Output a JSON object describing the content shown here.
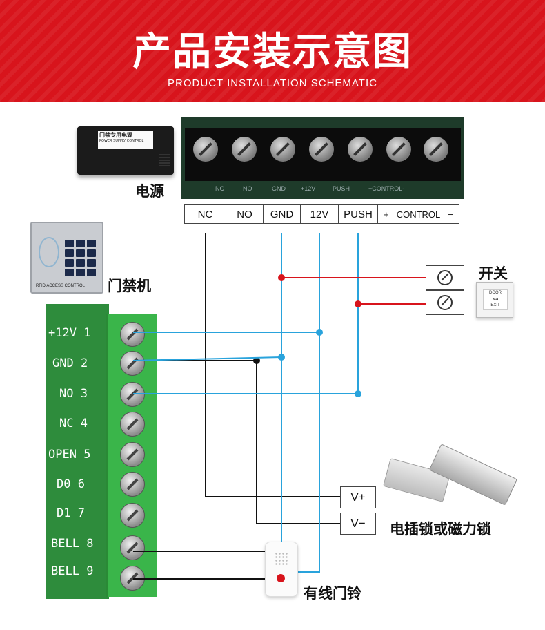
{
  "banner": {
    "title": "产品安装示意图",
    "subtitle": "PRODUCT INSTALLATION SCHEMATIC"
  },
  "power_supply": {
    "label": "电源",
    "device_label": "门禁专用电源",
    "device_sublabel": "POWER SUPPLY CONTROL",
    "board_labels": [
      "NC",
      "NO",
      "GND",
      "+12V",
      "PUSH",
      "+CONTROL-"
    ],
    "terminals": [
      "NC",
      "NO",
      "GND",
      "12V",
      "PUSH"
    ],
    "control": {
      "plus": "+",
      "label": "CONTROL",
      "minus": "−"
    }
  },
  "access_controller": {
    "label": "门禁机",
    "device_text": "RFID ACCESS CONTROL",
    "terminals": [
      {
        "name": "+12V",
        "num": "1"
      },
      {
        "name": "GND",
        "num": "2"
      },
      {
        "name": "NO",
        "num": "3"
      },
      {
        "name": "NC",
        "num": "4"
      },
      {
        "name": "OPEN",
        "num": "5"
      },
      {
        "name": "D0",
        "num": "6"
      },
      {
        "name": "D1",
        "num": "7"
      },
      {
        "name": "BELL",
        "num": "8"
      },
      {
        "name": "BELL",
        "num": "9"
      }
    ]
  },
  "exit_switch": {
    "label": "开关",
    "device_text_top": "DOOR",
    "device_text_bottom": "EXIT"
  },
  "lock": {
    "label": "电插锁或磁力锁",
    "terminals": [
      "V+",
      "V−"
    ]
  },
  "doorbell": {
    "label": "有线门铃"
  },
  "colors": {
    "banner": "#d8141c",
    "wire_blue": "#29a3dc",
    "wire_red": "#d8141c",
    "wire_black": "#111111",
    "terminal_green": "#3ab54a"
  }
}
